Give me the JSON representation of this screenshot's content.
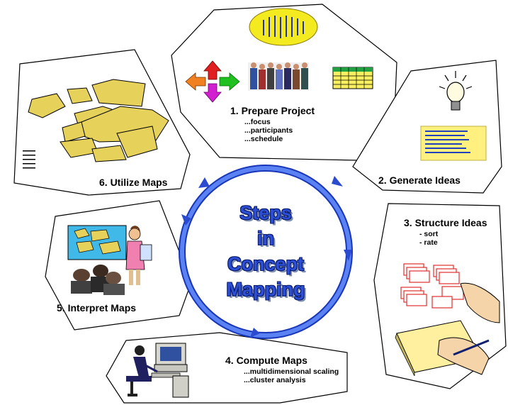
{
  "center": {
    "line1": "Steps",
    "line2": "in",
    "line3": "Concept",
    "line4": "Mapping"
  },
  "steps": [
    {
      "title": "1.  Prepare Project",
      "subs": [
        "...focus",
        "...participants",
        "...schedule"
      ]
    },
    {
      "title": "2.  Generate Ideas",
      "subs": []
    },
    {
      "title": "3.  Structure Ideas",
      "subs": [
        "- sort",
        "- rate"
      ]
    },
    {
      "title": "4.  Compute Maps",
      "subs": [
        "...multidimensional scaling",
        "...cluster analysis"
      ]
    },
    {
      "title": "5.  Interpret Maps",
      "subs": []
    },
    {
      "title": "6.  Utilize Maps",
      "subs": []
    }
  ],
  "colors": {
    "circle": "#3f66e8",
    "center_text": "#2d4fd6",
    "map_clusters": "#e6d25a",
    "sort_cards": "#e03030",
    "idea_list": "#fff080"
  },
  "icons": [
    "lightbulb-icon",
    "arrows-icon",
    "people-icon",
    "spreadsheet-icon",
    "computer-user-icon",
    "presenter-icon",
    "hand-writing-icon",
    "cards-icon"
  ]
}
